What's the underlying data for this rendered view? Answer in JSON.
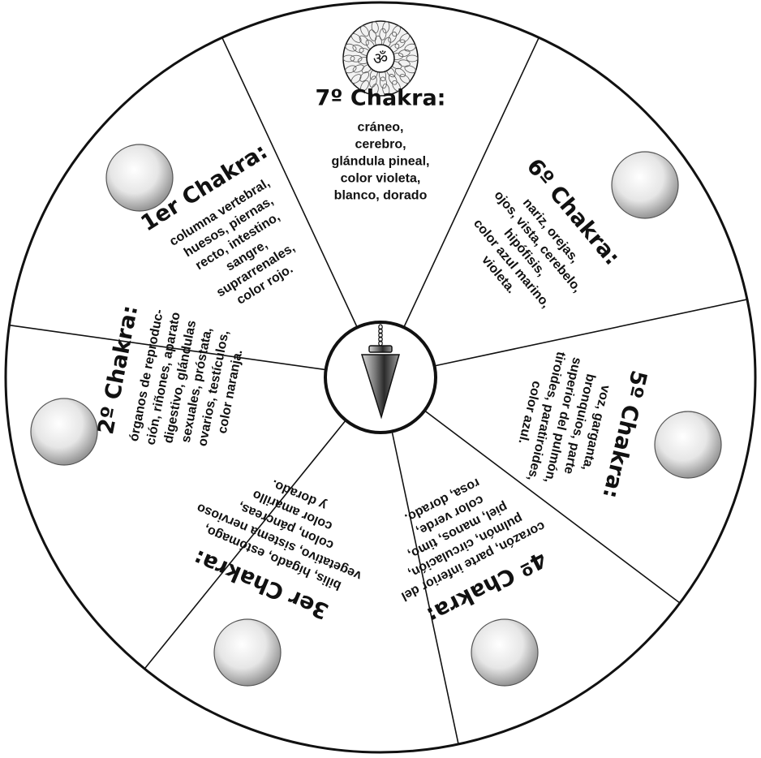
{
  "colors": {
    "background": "#ffffff",
    "ink": "#111111",
    "orb_light": "#ffffff",
    "orb_dark": "#8c8c8c"
  },
  "chakras": [
    {
      "title": "7º Chakra:",
      "lines": [
        "cráneo,",
        "cerebro,",
        "glándula pineal,",
        "color violeta,",
        "blanco, dorado"
      ],
      "icon": "om-lotus-icon"
    },
    {
      "title": "6º Chakra:",
      "lines": [
        "nariz, orejas,",
        "ojos, vista, cerebelo,",
        "hipófisis,",
        "color azul marino,",
        "violeta."
      ],
      "icon": "orb-icon"
    },
    {
      "title": "5º Chakra:",
      "lines": [
        "voz, garganta,",
        "bronquios, parte",
        "superior del pulmón,",
        "tiroides, paratiroides,",
        "color azul."
      ],
      "icon": "orb-icon"
    },
    {
      "title": "4º Chakra:",
      "lines": [
        "corazón, parte inferior del",
        "pulmón, circulación,",
        "piel, manos, timo,",
        "color verde,",
        "rosa, dorado."
      ],
      "icon": "orb-icon"
    },
    {
      "title": "3er Chakra:",
      "lines": [
        "bilis, hígado, estómago,",
        "vegetativo, sistema nervioso",
        "colon, páncreas,",
        "color amarillo",
        "y dorado."
      ],
      "icon": "orb-icon"
    },
    {
      "title": "2º Chakra:",
      "lines": [
        "órganos de reproduc-",
        "ción, riñones, aparato",
        "digestivo, glándulas",
        "sexuales, próstata,",
        "ovarios, testículos,",
        "color naranja."
      ],
      "icon": "orb-icon"
    },
    {
      "title": "1er Chakra:",
      "lines": [
        "columna vertebral,",
        "huesos, piernas,",
        "recto, intestino,",
        "sangre,",
        "suprarrenales,",
        "color rojo."
      ],
      "icon": "orb-icon"
    }
  ],
  "center": {
    "icon": "pendulum-icon"
  }
}
